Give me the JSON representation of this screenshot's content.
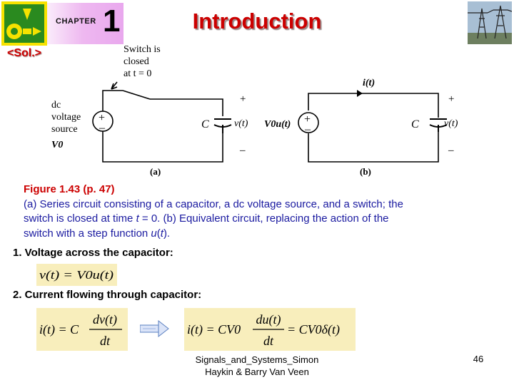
{
  "header": {
    "chapter_word": "CHAPTER",
    "chapter_number": "1",
    "title": "Introduction",
    "section_tag": "<Sol.>"
  },
  "circuit": {
    "switch_label": [
      "Switch is",
      "closed",
      "at t = 0"
    ],
    "source_label": [
      "dc",
      "voltage",
      "source",
      "V0"
    ],
    "a": {
      "capacitor": "C",
      "voltage": "v(t)",
      "plus": "+",
      "minus": "–",
      "source_plus": "+",
      "source_minus": "–",
      "caption": "(a)"
    },
    "b": {
      "current": "i(t)",
      "source": "V0u(t)",
      "capacitor": "C",
      "voltage": "v(t)",
      "plus": "+",
      "minus": "–",
      "source_plus": "+",
      "source_minus": "–",
      "caption": "(b)"
    }
  },
  "figure": {
    "title": "Figure 1.43   (p. 47)",
    "line1": "(a) Series circuit consisting of a capacitor, a dc voltage source, and a switch; the",
    "line2_pre": "switch is closed at time ",
    "line2_t": "t",
    "line2_post": " = 0. (b) Equivalent circuit, replacing the action of the",
    "line3_pre": "switch with a step function ",
    "line3_u": "u",
    "line3_paren_open": "(",
    "line3_t": "t",
    "line3_post": ")."
  },
  "items": [
    {
      "label": "1. Voltage across the capacitor:"
    },
    {
      "label": "2. Current flowing through capacitor:"
    }
  ],
  "equations": {
    "eq1": "v(t) = V0u(t)",
    "eq2_left": "i(t) = C",
    "eq2_num": "dv(t)",
    "eq2_den": "dt",
    "eq3_left": "i(t) = CV0",
    "eq3_num": "du(t)",
    "eq3_den": "dt",
    "eq3_right": "= CV0δ(t)"
  },
  "footer": {
    "line1": "Signals_and_Systems_Simon",
    "line2": "Haykin & Barry Van Veen",
    "page": "46"
  },
  "colors": {
    "title_red": "#cc0000",
    "caption_blue": "#1a1aa0",
    "equation_bg": "#f8eebc",
    "chapter_gradient": "#e9a8ee"
  },
  "icons": [
    "university-logo-icon",
    "power-pylon-image",
    "right-arrow-icon"
  ]
}
